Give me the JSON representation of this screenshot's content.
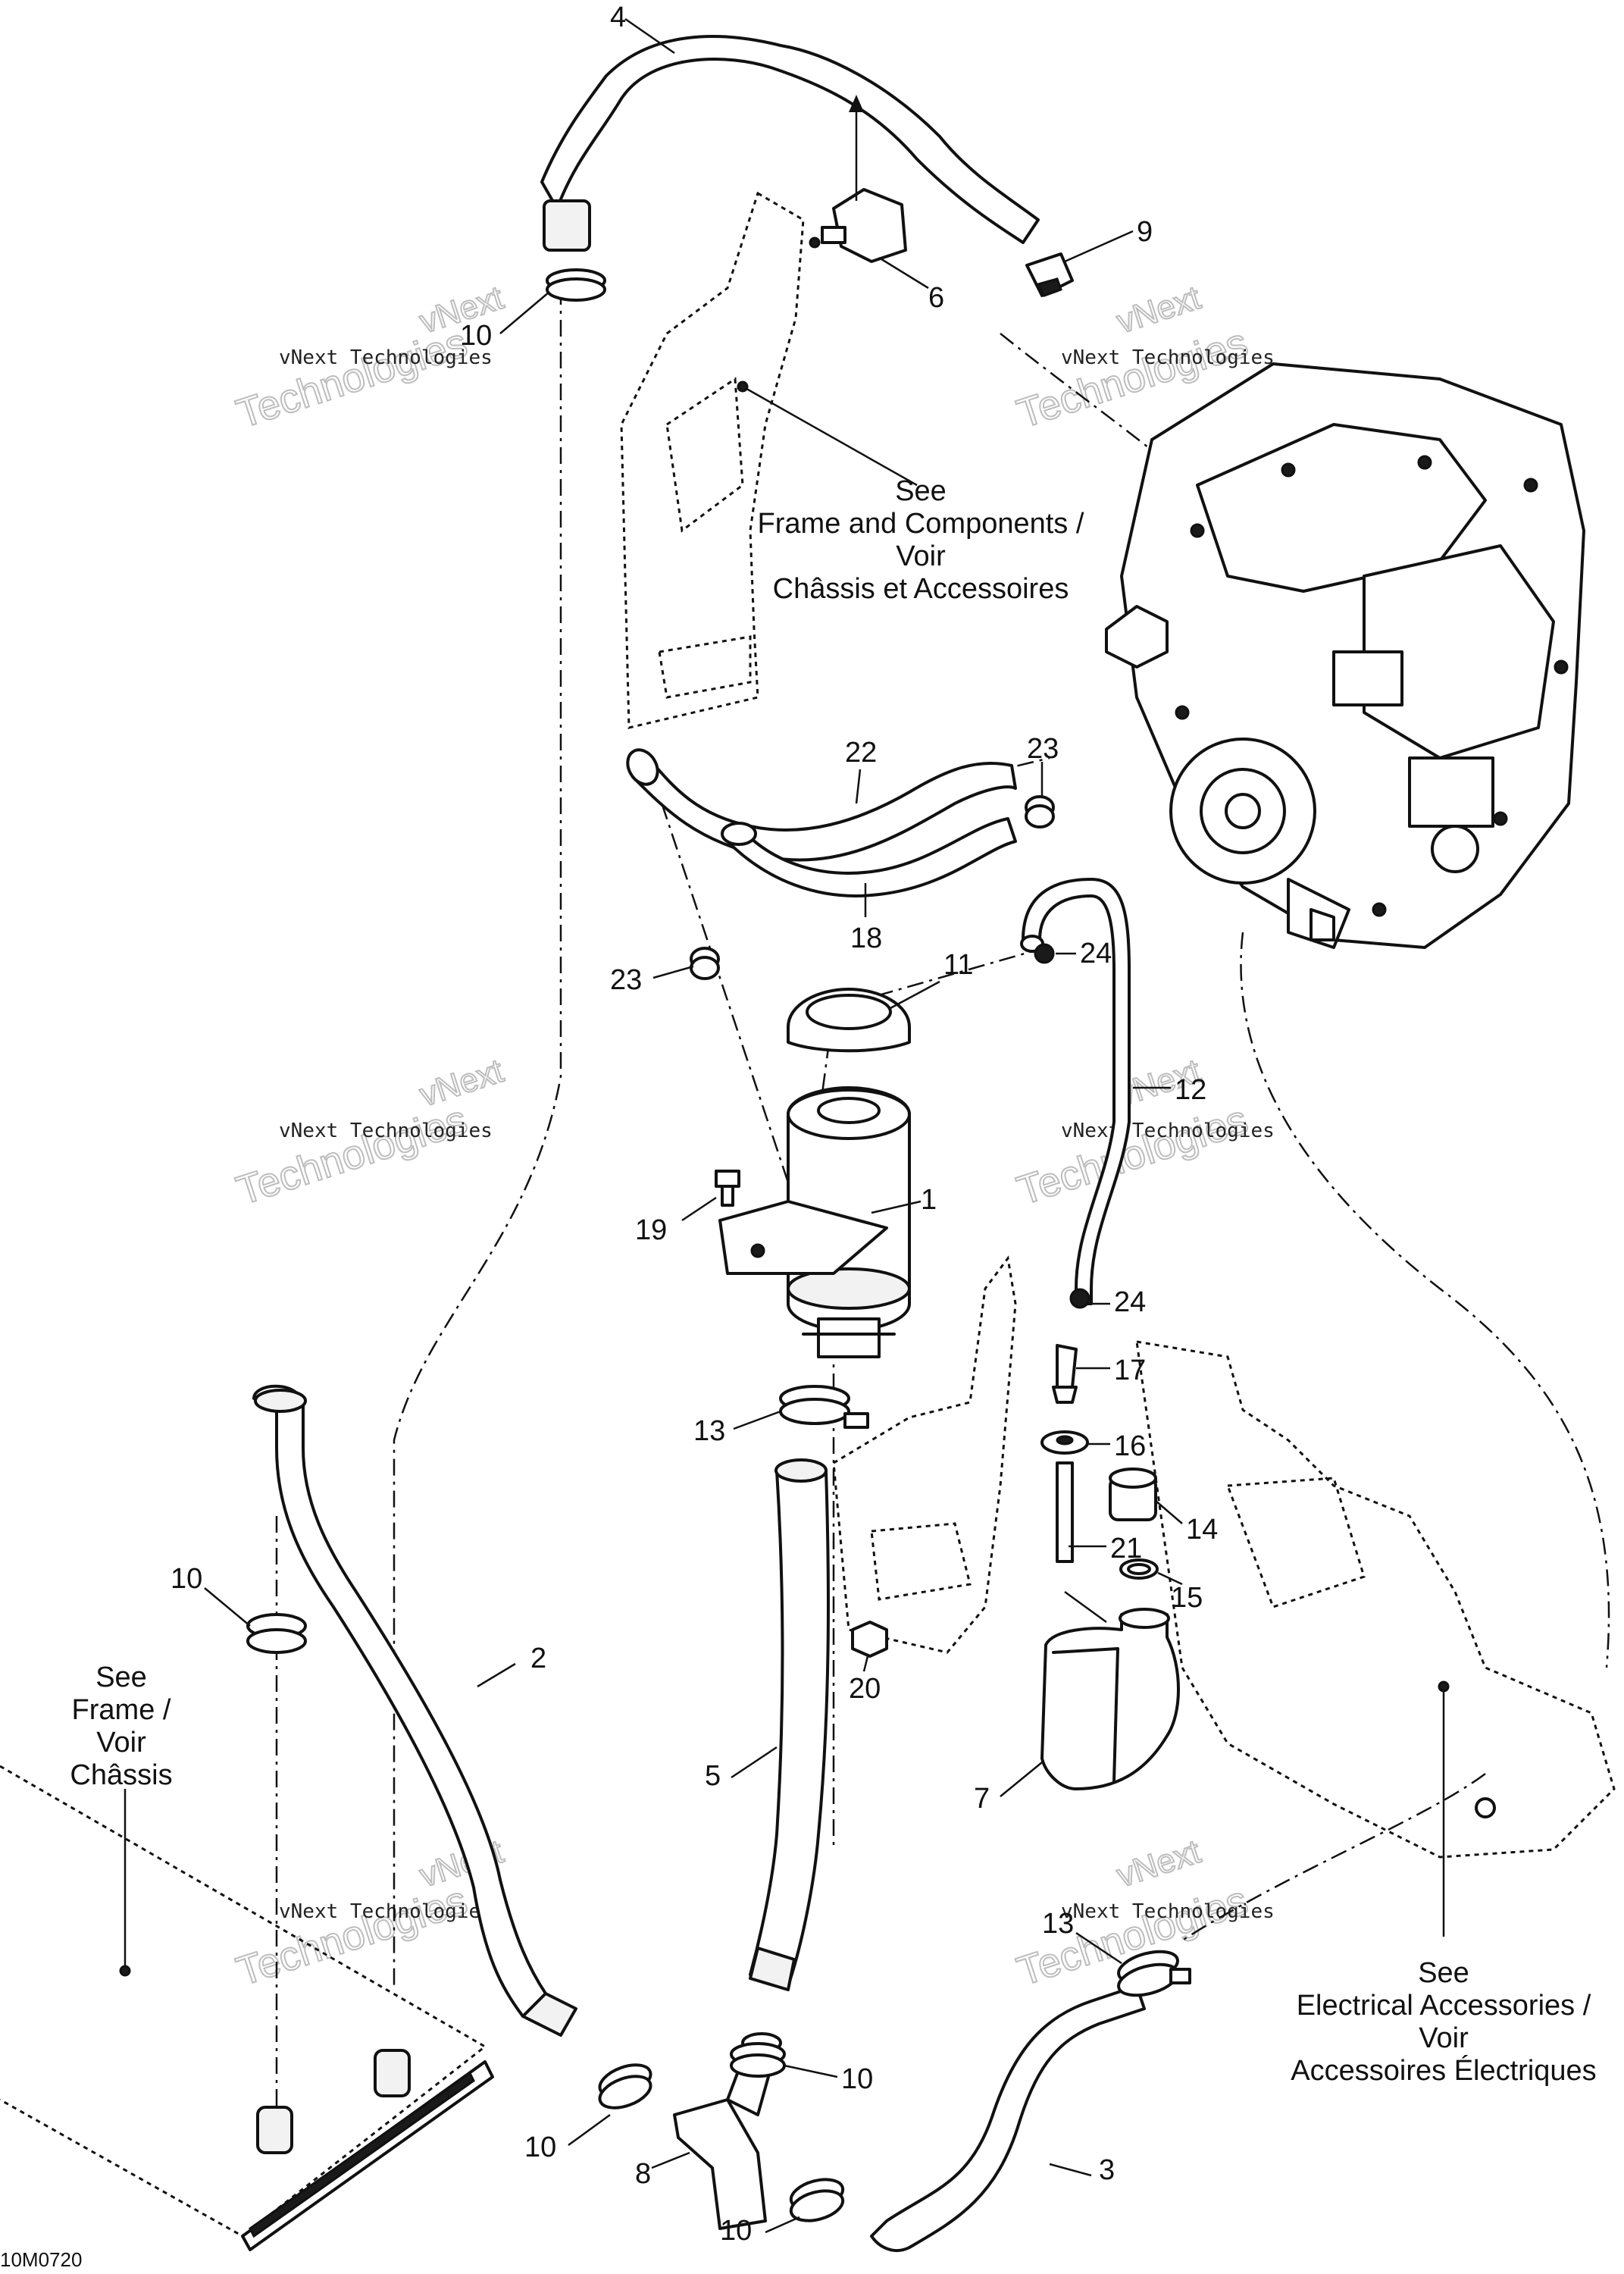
{
  "figure_code": "10M0720",
  "watermark": {
    "line1": "vNext Technologies",
    "line2": "vNext",
    "line3": "Technologies"
  },
  "callouts": {
    "c1": "1",
    "c2": "2",
    "c3": "3",
    "c4": "4",
    "c5": "5",
    "c6": "6",
    "c7": "7",
    "c8": "8",
    "c9": "9",
    "c10a": "10",
    "c10b": "10",
    "c10c": "10",
    "c10d": "10",
    "c10e": "10",
    "c11": "11",
    "c12": "12",
    "c13a": "13",
    "c13b": "13",
    "c14": "14",
    "c15": "15",
    "c16": "16",
    "c17": "17",
    "c18": "18",
    "c19": "19",
    "c20": "20",
    "c21": "21",
    "c22": "22",
    "c23a": "23",
    "c23b": "23",
    "c24a": "24",
    "c24b": "24"
  },
  "references": {
    "frame_components": [
      "See",
      "Frame and Components /",
      "Voir",
      "Châssis et Accessoires"
    ],
    "frame": [
      "See",
      "Frame /",
      "Voir",
      "Châssis"
    ],
    "electrical": [
      "See",
      "Electrical Accessories /",
      "Voir",
      "Accessoires Électriques"
    ]
  },
  "colors": {
    "line": "#111111",
    "watermark": "#bdbdbd",
    "background": "#ffffff"
  }
}
